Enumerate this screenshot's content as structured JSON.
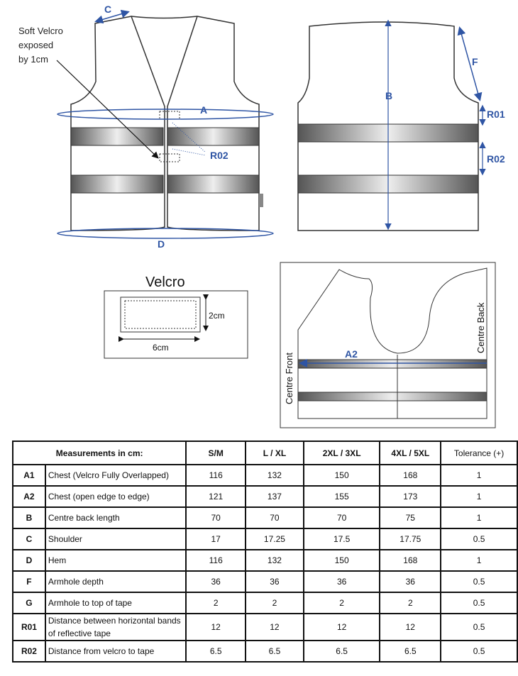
{
  "front_diagram": {
    "callout": [
      "Soft Velcro",
      "exposed",
      "by 1cm"
    ],
    "labels": {
      "C": "C",
      "A": "A",
      "R02": "R02",
      "D": "D"
    }
  },
  "back_diagram": {
    "labels": {
      "F": "F",
      "B": "B",
      "R01": "R01",
      "R02": "R02"
    }
  },
  "velcro_diagram": {
    "title": "Velcro",
    "height_label": "2cm",
    "width_label": "6cm"
  },
  "pattern_diagram": {
    "centre_back": "Centre Back",
    "centre_front": "Centre Front",
    "a2": "A2"
  },
  "table": {
    "header": [
      "Measurements in cm:",
      "S/M",
      "L / XL",
      "2XL / 3XL",
      "4XL / 5XL",
      "Tolerance (+)"
    ],
    "rows": [
      {
        "code": "A1",
        "desc": "Chest (Velcro Fully Overlapped)",
        "values": [
          "116",
          "132",
          "150",
          "168",
          "1"
        ]
      },
      {
        "code": "A2",
        "desc": "Chest (open edge to edge)",
        "values": [
          "121",
          "137",
          "155",
          "173",
          "1"
        ]
      },
      {
        "code": "B",
        "desc": "Centre back length",
        "values": [
          "70",
          "70",
          "70",
          "75",
          "1"
        ]
      },
      {
        "code": "C",
        "desc": "Shoulder",
        "values": [
          "17",
          "17.25",
          "17.5",
          "17.75",
          "0.5"
        ]
      },
      {
        "code": "D",
        "desc": "Hem",
        "values": [
          "116",
          "132",
          "150",
          "168",
          "1"
        ]
      },
      {
        "code": "F",
        "desc": "Armhole depth",
        "values": [
          "36",
          "36",
          "36",
          "36",
          "0.5"
        ]
      },
      {
        "code": "G",
        "desc": "Armhole to top of tape",
        "values": [
          "2",
          "2",
          "2",
          "2",
          "0.5"
        ]
      },
      {
        "code": "R01",
        "desc": "Distance between horizontal bands of reflective tape",
        "values": [
          "12",
          "12",
          "12",
          "12",
          "0.5"
        ]
      },
      {
        "code": "R02",
        "desc": "Distance from velcro to tape",
        "values": [
          "6.5",
          "6.5",
          "6.5",
          "6.5",
          "0.5"
        ]
      }
    ]
  },
  "colors": {
    "accent": "#2f55a4",
    "tape": "#6e6e6e"
  }
}
